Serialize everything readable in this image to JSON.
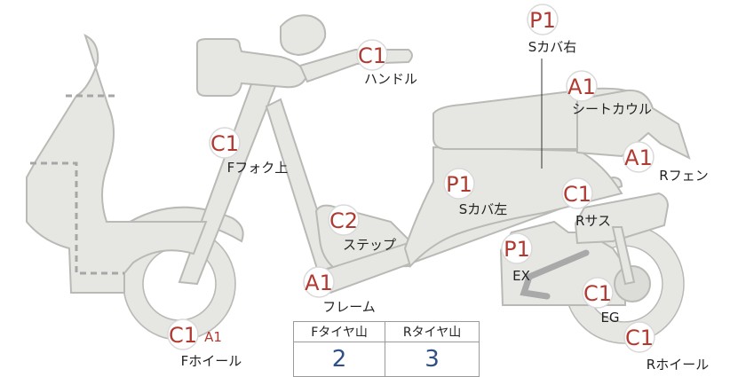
{
  "parts": [
    {
      "id": "s-cover-right",
      "grade": "P1",
      "label": "Sカバ右"
    },
    {
      "id": "handle",
      "grade": "C1",
      "label": "ハンドル"
    },
    {
      "id": "seat-cowl",
      "grade": "A1",
      "label": "シートカウル"
    },
    {
      "id": "f-fork-upper",
      "grade": "C1",
      "label": "Fフォク上"
    },
    {
      "id": "r-fender",
      "grade": "A1",
      "label": "Rフェン"
    },
    {
      "id": "s-cover-left",
      "grade": "P1",
      "label": "Sカバ左"
    },
    {
      "id": "r-suspension",
      "grade": "C1",
      "label": "Rサス"
    },
    {
      "id": "step",
      "grade": "C2",
      "label": "ステップ"
    },
    {
      "id": "exhaust",
      "grade": "P1",
      "label": "EX"
    },
    {
      "id": "frame",
      "grade": "A1",
      "label": "フレーム"
    },
    {
      "id": "engine",
      "grade": "C1",
      "label": "EG"
    },
    {
      "id": "f-wheel",
      "grade": "C1",
      "grade2": "A1",
      "label": "Fホイール"
    },
    {
      "id": "r-wheel",
      "grade": "C1",
      "label": "Rホイール"
    }
  ],
  "tread_table": {
    "headers": [
      "Fタイヤ山",
      "Rタイヤ山"
    ],
    "values": [
      "2",
      "3"
    ]
  },
  "colors": {
    "grade_text": "#b03a32",
    "body_fill": "#e6e6e3",
    "outline": "#b9b9b6",
    "table_value": "#2f4f86"
  }
}
